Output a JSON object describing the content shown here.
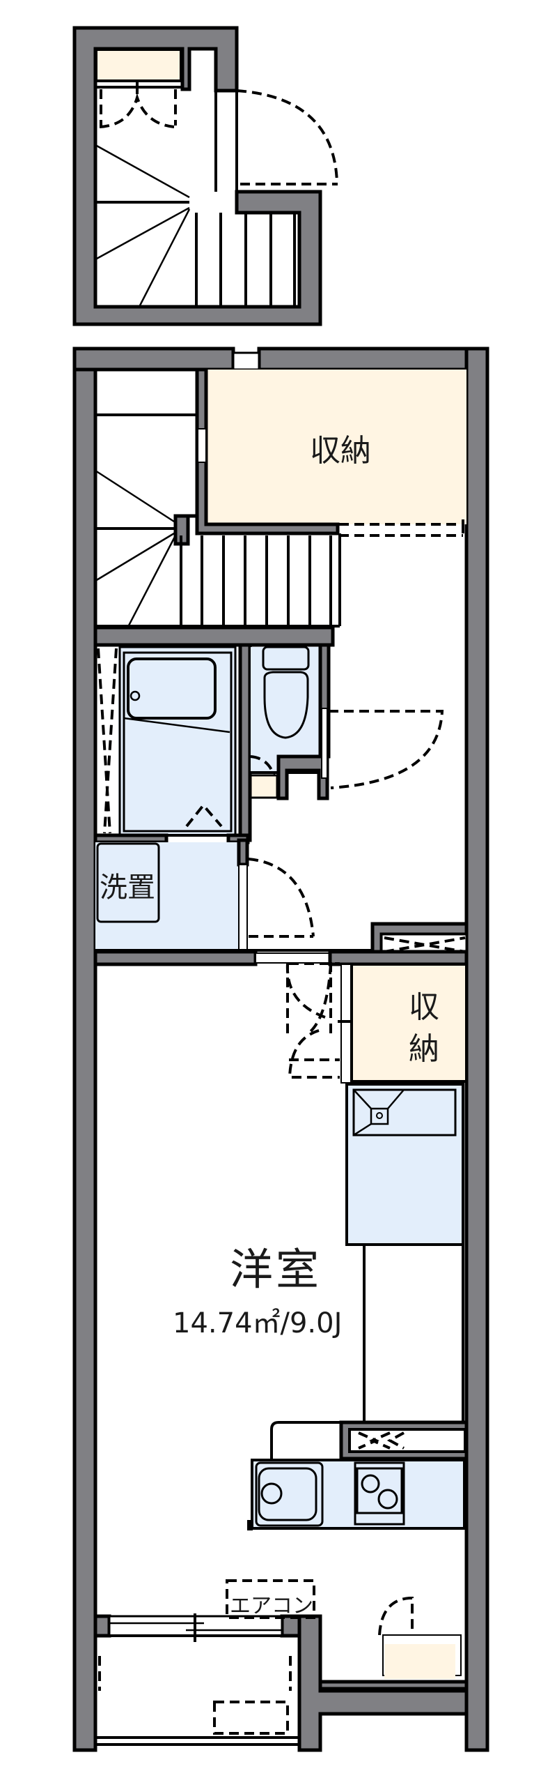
{
  "floorplan": {
    "rooms": [
      {
        "id": "storage-top",
        "label": "収納"
      },
      {
        "id": "washroom",
        "label": "洗置"
      },
      {
        "id": "storage-right",
        "label": "収納"
      },
      {
        "id": "western-room",
        "label": "洋室",
        "area": "14.74㎡/9.0J"
      }
    ],
    "fixtures": {
      "air_conditioner": "エアコン"
    },
    "colors": {
      "wall": "#808084",
      "storage_fill": "#fff5e3",
      "wet_area_fill": "#e3eefb",
      "outline": "#000000"
    }
  }
}
